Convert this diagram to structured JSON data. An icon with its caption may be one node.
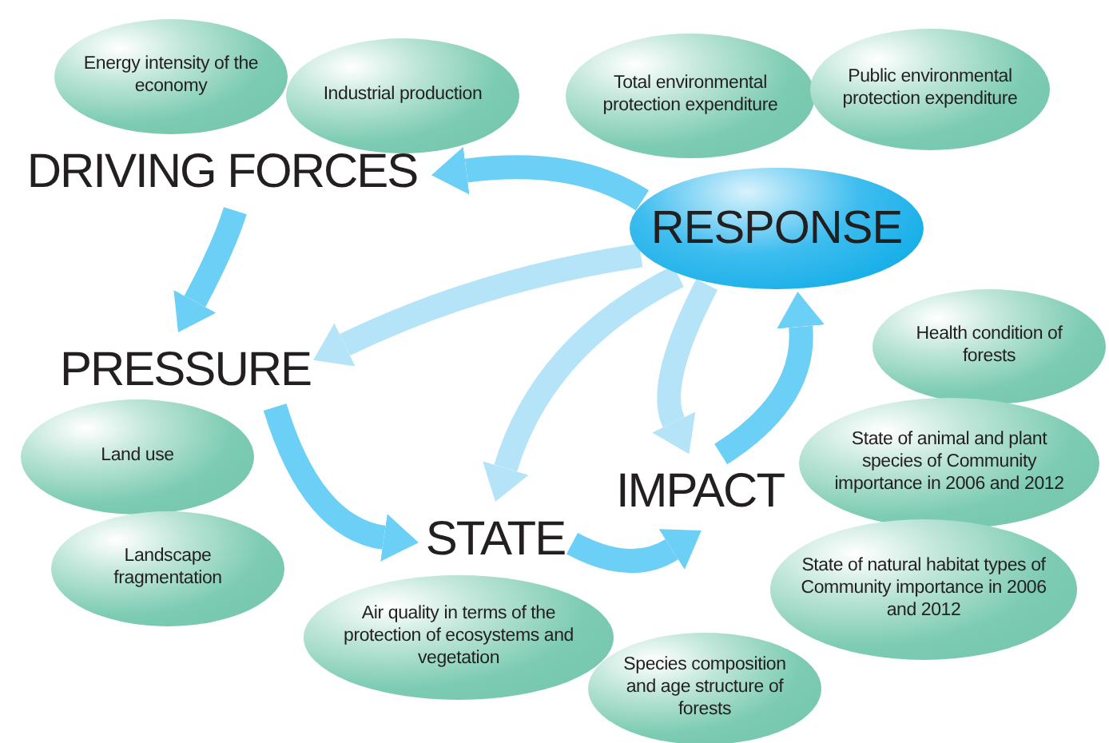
{
  "diagram": {
    "nodes": [
      {
        "text": [
          "Energy intensity of the economy"
        ]
      },
      {
        "text": [
          "Industrial production"
        ]
      },
      {
        "text": [
          "Total environmental protection expenditure"
        ]
      },
      {
        "text": [
          "Public environmental protection expenditure"
        ]
      },
      {
        "text": [
          "DRIVING FORCES"
        ]
      },
      {
        "text": [
          "RESPONSE"
        ]
      },
      {
        "text": [
          "PRESSURE"
        ]
      },
      {
        "text": [
          "Health condition of forests"
        ]
      },
      {
        "text": [
          "Land use"
        ]
      },
      {
        "text": [
          "State of animal and plant species of Community importance in 2006 and 2012"
        ]
      },
      {
        "text": [
          "IMPACT"
        ]
      },
      {
        "text": [
          "STATE"
        ]
      },
      {
        "text": [
          "Landscape fragmentation"
        ]
      },
      {
        "text": [
          "State of natural habitat types of Community importance in 2006 and 2012"
        ]
      },
      {
        "text": [
          "Air quality in terms of the protection of ecosystems and vegetation"
        ]
      },
      {
        "text": [
          "Species composition and age structure of forests"
        ]
      }
    ],
    "edges": [
      {
        "from": 4,
        "to": 6,
        "arrow": "to"
      },
      {
        "from": 6,
        "to": 11,
        "arrow": "to"
      },
      {
        "from": 11,
        "to": 10,
        "arrow": "to"
      },
      {
        "from": 10,
        "to": 5,
        "arrow": "to"
      },
      {
        "from": 5,
        "to": 4,
        "arrow": "to"
      },
      {
        "from": 5,
        "to": 6,
        "arrow": "to",
        "color": "#b5e4f8"
      },
      {
        "from": 5,
        "to": 11,
        "arrow": "to",
        "color": "#b5e4f8"
      },
      {
        "from": 5,
        "to": 10,
        "arrow": "to",
        "color": "#b5e4f8"
      }
    ]
  }
}
